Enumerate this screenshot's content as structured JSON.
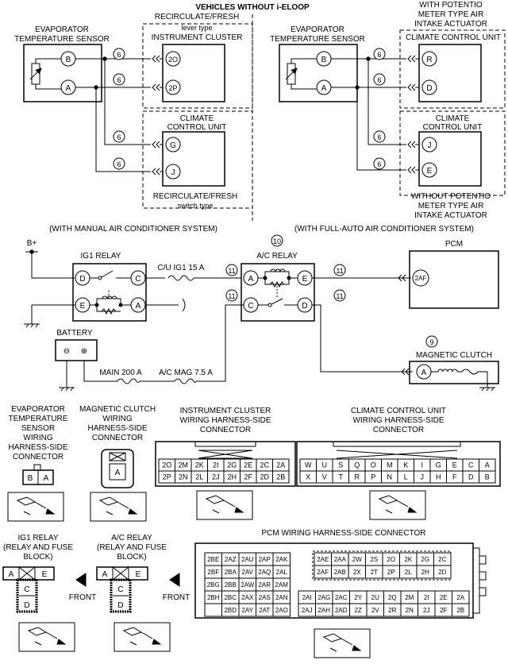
{
  "title": "VEHICLES WITHOUT i-ELOOP",
  "manual": {
    "sensor_label": [
      "EVAPORATOR",
      "TEMPERATURE SENSOR"
    ],
    "sensor_terms": [
      "B",
      "A"
    ],
    "cluster_title": [
      "RECIRCULATE/FRESH",
      "lever type",
      "INSTRUMENT CLUSTER"
    ],
    "cluster_terms": [
      "2O",
      "2P"
    ],
    "ccu_title": [
      "CLIMATE",
      "CONTROL UNIT"
    ],
    "ccu_terms": [
      "G",
      "J"
    ],
    "ccu_note": [
      "RECIRCULATE/FRESH",
      "switch type"
    ],
    "wire": "6",
    "caption": "(WITH MANUAL AIR CONDITIONER SYSTEM)"
  },
  "auto": {
    "sensor_label": [
      "EVAPORATOR",
      "TEMPERATURE SENSOR"
    ],
    "sensor_terms": [
      "B",
      "A"
    ],
    "top_note": [
      "WITH POTENTIO",
      "METER TYPE AIR",
      "INTAKE ACTUATOR"
    ],
    "ccu1_title": "CLIMATE CONTROL UNIT",
    "ccu1_terms": [
      "R",
      "D"
    ],
    "ccu2_title": [
      "CLIMATE",
      "CONTROL UNIT"
    ],
    "ccu2_terms": [
      "J",
      "E"
    ],
    "bottom_note": [
      "WITHOUT POTENTIO",
      "METER TYPE AIR",
      "INTAKE ACTUATOR"
    ],
    "wire": "6",
    "caption": "(WITH FULL-AUTO AIR CONDITIONER SYSTEM)"
  },
  "power": {
    "bplus": "B+",
    "ig1_relay": "IG1 RELAY",
    "ig1_terms": [
      "D",
      "C",
      "E",
      "A"
    ],
    "fuse_cu": "C/U IG1 15 A",
    "ac_relay_num": "10",
    "ac_relay": "A/C RELAY",
    "ac_terms": [
      "A",
      "E",
      "C",
      "D"
    ],
    "wire": "11",
    "pcm": "PCM",
    "pcm_term": "2AF",
    "clutch_num": "9",
    "clutch": "MAGNETIC CLUTCH",
    "clutch_term": "A",
    "battery": "BATTERY",
    "bat_minus": "⊖",
    "bat_plus": "⊕",
    "fuse_main": "MAIN 200 A",
    "fuse_ac": "A/C MAG 7.5 A"
  },
  "connectors": {
    "evap_title": [
      "EVAPORATOR",
      "TEMPERATURE",
      "SENSOR",
      "WIRING",
      "HARNESS-SIDE",
      "CONNECTOR"
    ],
    "evap_pins": [
      "B",
      "A"
    ],
    "clutch_title": [
      "MAGNETIC CLUTCH",
      "WIRING",
      "HARNESS-SIDE",
      "CONNECTOR"
    ],
    "clutch_pin": "A",
    "cluster_title": [
      "INSTRUMENT CLUSTER",
      "WIRING HARNESS-SIDE",
      "CONNECTOR"
    ],
    "cluster_rows": [
      [
        "2O",
        "2M",
        "2K",
        "2I",
        "2G",
        "2E",
        "2C",
        "2A"
      ],
      [
        "2P",
        "2N",
        "2L",
        "2J",
        "2H",
        "2F",
        "2D",
        "2B"
      ]
    ],
    "ccu_title": [
      "CLIMATE CONTROL UNIT",
      "WIRING HARNESS-SIDE",
      "CONNECTOR"
    ],
    "ccu_rows": [
      [
        "W",
        "U",
        "S",
        "Q",
        "O",
        "M",
        "K",
        "I",
        "G",
        "E",
        "C",
        "A"
      ],
      [
        "X",
        "V",
        "T",
        "R",
        "P",
        "N",
        "L",
        "J",
        "H",
        "F",
        "D",
        "B"
      ]
    ],
    "pcm_title": "PCM WIRING HARNESS-SIDE CONNECTOR",
    "pcm_left_rows": [
      [
        "2BE",
        "2AZ",
        "2AU",
        "2AP",
        "2AK"
      ],
      [
        "2BF",
        "2BA",
        "2AV",
        "2AQ",
        "2AL"
      ],
      [
        "2BG",
        "2BB",
        "2AW",
        "2AR",
        "2AM"
      ],
      [
        "2BH",
        "2BC",
        "2AX",
        "2AS",
        "2AN"
      ],
      [
        "",
        "2BD",
        "2AY",
        "2AT",
        "2AO"
      ]
    ],
    "pcm_right_top": [
      [
        "2AE",
        "2AA",
        "2W",
        "2S",
        "2O",
        "2K",
        "2G",
        "2C"
      ],
      [
        "2AF",
        "2AB",
        "2X",
        "2T",
        "2P",
        "2L",
        "2H",
        "2D"
      ]
    ],
    "pcm_right_bottom": [
      [
        "2AI",
        "2AG",
        "2AC",
        "2Y",
        "2U",
        "2Q",
        "2M",
        "2I",
        "2E",
        "2A"
      ],
      [
        "2AJ",
        "2AH",
        "2AD",
        "2Z",
        "2V",
        "2R",
        "2N",
        "2J",
        "2F",
        "2B"
      ]
    ],
    "ig1_title": [
      "IG1 RELAY",
      "(RELAY AND FUSE",
      "BLOCK)"
    ],
    "ac_title": [
      "A/C RELAY",
      "(RELAY AND FUSE",
      "BLOCK)"
    ],
    "relay_pins": [
      "A",
      "E",
      "C",
      "D"
    ],
    "front": "FRONT"
  }
}
